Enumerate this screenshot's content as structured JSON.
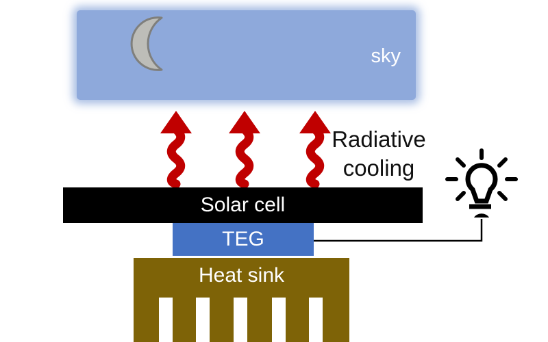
{
  "diagram": {
    "sky": {
      "label": "sky"
    },
    "radiative_cooling": {
      "label": "Radiative cooling"
    },
    "layers": {
      "solar_cell": {
        "label": "Solar cell"
      },
      "teg": {
        "label": "TEG"
      },
      "heat_sink": {
        "label": "Heat sink"
      }
    },
    "icons": {
      "moon": "crescent-moon-icon",
      "light_bulb": "light-bulb-icon",
      "radiative_arrows": "wavy-up-arrow-icon"
    },
    "counts": {
      "radiative_arrows": 3,
      "heat_sink_fins": 5
    }
  },
  "colors": {
    "sky": "#8EA9DB",
    "solar_cell": "#000000",
    "teg": "#4472C4",
    "heat_sink": "#7E6307",
    "arrow": "#C00000",
    "moon_fill": "#BDBDB8",
    "moon_stroke": "#7F7F7C",
    "text_dark": "#111111",
    "text_light": "#FFFFFF",
    "wire": "#000000",
    "bg": "#FFFFFF"
  }
}
